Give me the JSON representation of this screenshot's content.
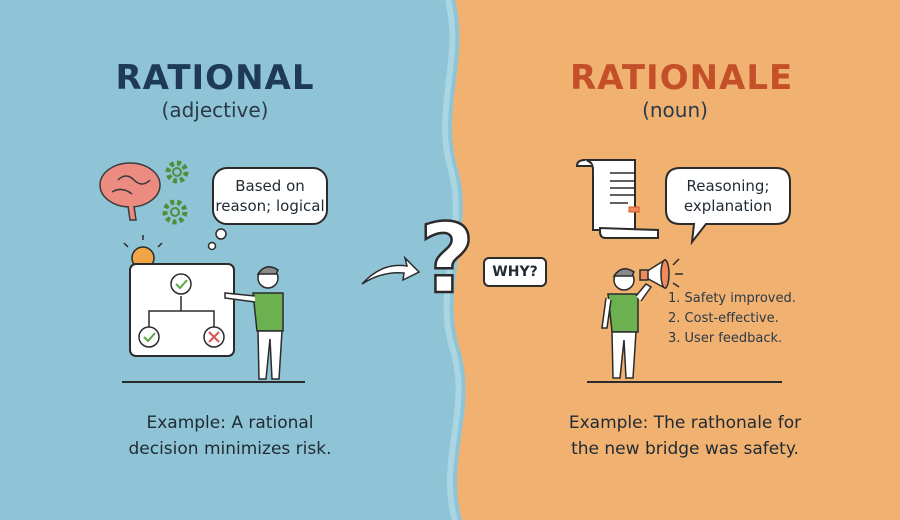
{
  "colors": {
    "left_bg": "#8fc4d6",
    "right_bg": "#f0b171",
    "left_title": "#1e3a56",
    "right_title": "#c4502a",
    "shirt": "#6bb150"
  },
  "left": {
    "title": "RATIONAL",
    "subtitle": "(adjective)",
    "bubble_line1": "Based on",
    "bubble_line2": "reason; logical",
    "example_line1": "Example: A rational",
    "example_line2": "decision minimizes risk."
  },
  "center": {
    "why_label": "WHY?"
  },
  "right": {
    "title": "RATIONALE",
    "subtitle": "(noun)",
    "bubble_line1": "Reasoning;",
    "bubble_line2": "explanation",
    "list": [
      "1. Safety improved.",
      "2. Cost-effective.",
      "3. User feedback."
    ],
    "example_line1": "Example: The rathonale for",
    "example_line2": "the new bridge was safety."
  }
}
